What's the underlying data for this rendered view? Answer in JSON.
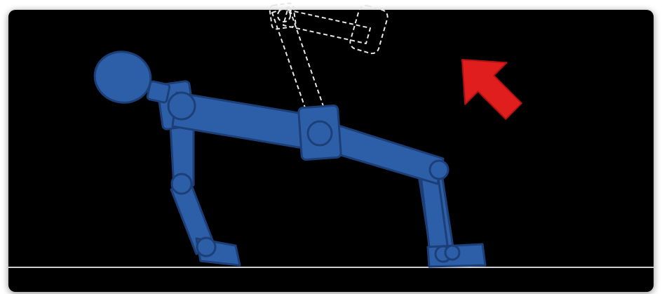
{
  "scene": {
    "background_color": "#000000",
    "figure_color": "#2d5fa8",
    "figure_outline_color": "#1c3f78",
    "ghost_outline_color": "#e6e6e6",
    "arrow_color": "#e01e1e",
    "floor_color": "#cfcfcf",
    "elements": {
      "robot_figure": "quadruped-stick-robot",
      "ghost_limb": "dashed-outline-limb",
      "arrow": "arrow-icon",
      "floor": "floor-line"
    }
  }
}
